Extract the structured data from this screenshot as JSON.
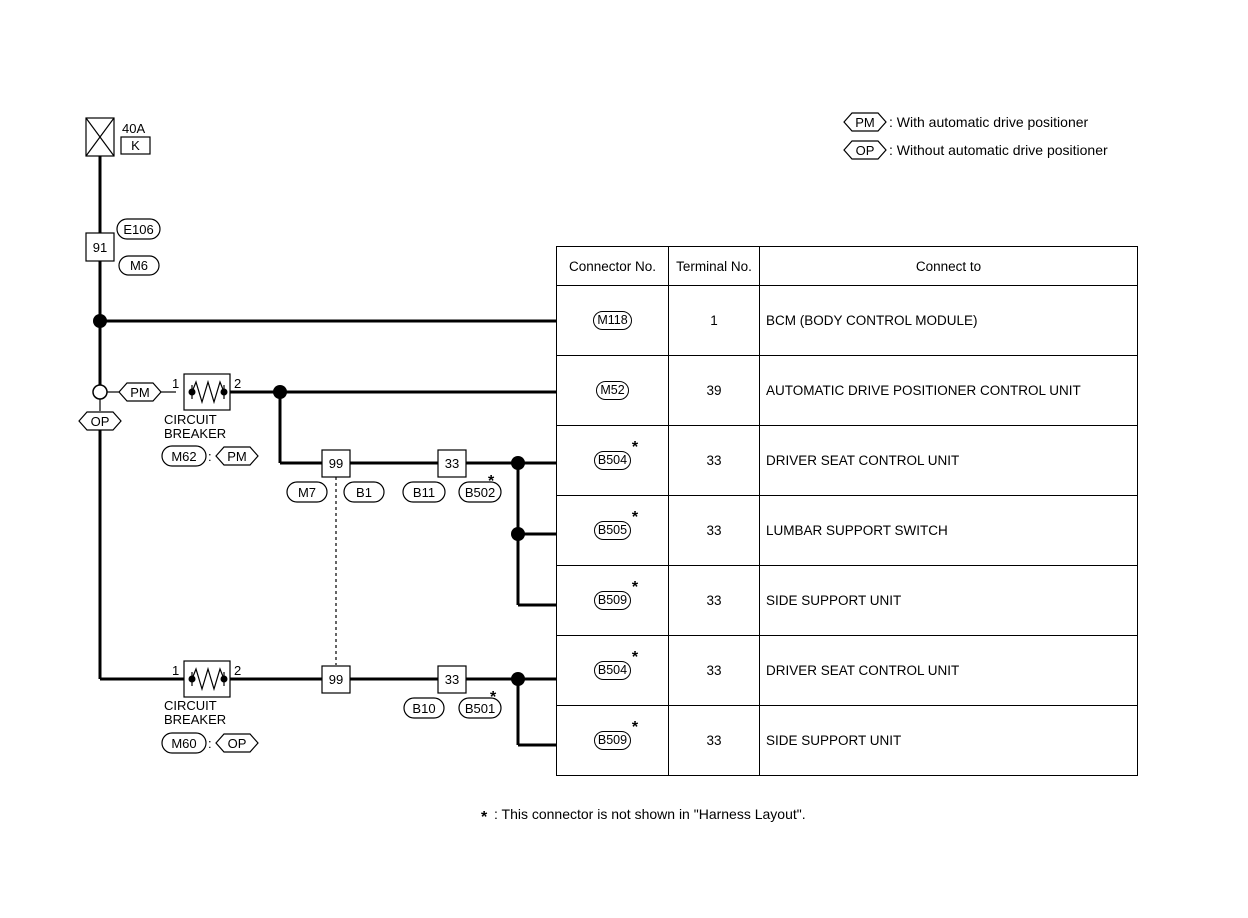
{
  "legend": {
    "pm_tag": "PM",
    "pm_text": ": With automatic drive positioner",
    "op_tag": "OP",
    "op_text": ": Without automatic drive positioner"
  },
  "fuse": {
    "rating": "40A",
    "id": "K"
  },
  "junction_91": {
    "number": "91",
    "connector_top": "E106",
    "connector_bottom": "M6"
  },
  "pm_tag": "PM",
  "op_tag": "OP",
  "breaker_pm": {
    "pin1": "1",
    "pin2": "2",
    "label_line1": "CIRCUIT",
    "label_line2": "BREAKER",
    "connector": "M62",
    "colon": ":",
    "tag": "PM"
  },
  "breaker_op": {
    "pin1": "1",
    "pin2": "2",
    "label_line1": "CIRCUIT",
    "label_line2": "BREAKER",
    "connector": "M60",
    "colon": ":",
    "tag": "OP"
  },
  "terminal_99_upper": {
    "number": "99",
    "connector_left": "M7",
    "connector_right": "B1"
  },
  "terminal_33_upper": {
    "number": "33",
    "connector_left": "B11",
    "connector_right": "B502"
  },
  "terminal_99_lower": {
    "number": "99"
  },
  "terminal_33_lower": {
    "number": "33",
    "connector_left": "B10",
    "connector_right": "B501"
  },
  "table": {
    "headers": [
      "Connector No.",
      "Terminal No.",
      "Connect to"
    ],
    "rows": [
      {
        "connector": "M118",
        "starred": false,
        "terminal": "1",
        "connect_to": "BCM (BODY CONTROL MODULE)"
      },
      {
        "connector": "M52",
        "starred": false,
        "terminal": "39",
        "connect_to": "AUTOMATIC DRIVE POSITIONER CONTROL UNIT"
      },
      {
        "connector": "B504",
        "starred": true,
        "terminal": "33",
        "connect_to": "DRIVER SEAT CONTROL UNIT"
      },
      {
        "connector": "B505",
        "starred": true,
        "terminal": "33",
        "connect_to": "LUMBAR SUPPORT SWITCH"
      },
      {
        "connector": "B509",
        "starred": true,
        "terminal": "33",
        "connect_to": "SIDE SUPPORT UNIT"
      },
      {
        "connector": "B504",
        "starred": true,
        "terminal": "33",
        "connect_to": "DRIVER SEAT CONTROL UNIT"
      },
      {
        "connector": "B509",
        "starred": true,
        "terminal": "33",
        "connect_to": "SIDE SUPPORT UNIT"
      }
    ]
  },
  "footnote": {
    "star": "*",
    "text": ": This connector is not shown in \"Harness Layout\"."
  },
  "star": "*"
}
